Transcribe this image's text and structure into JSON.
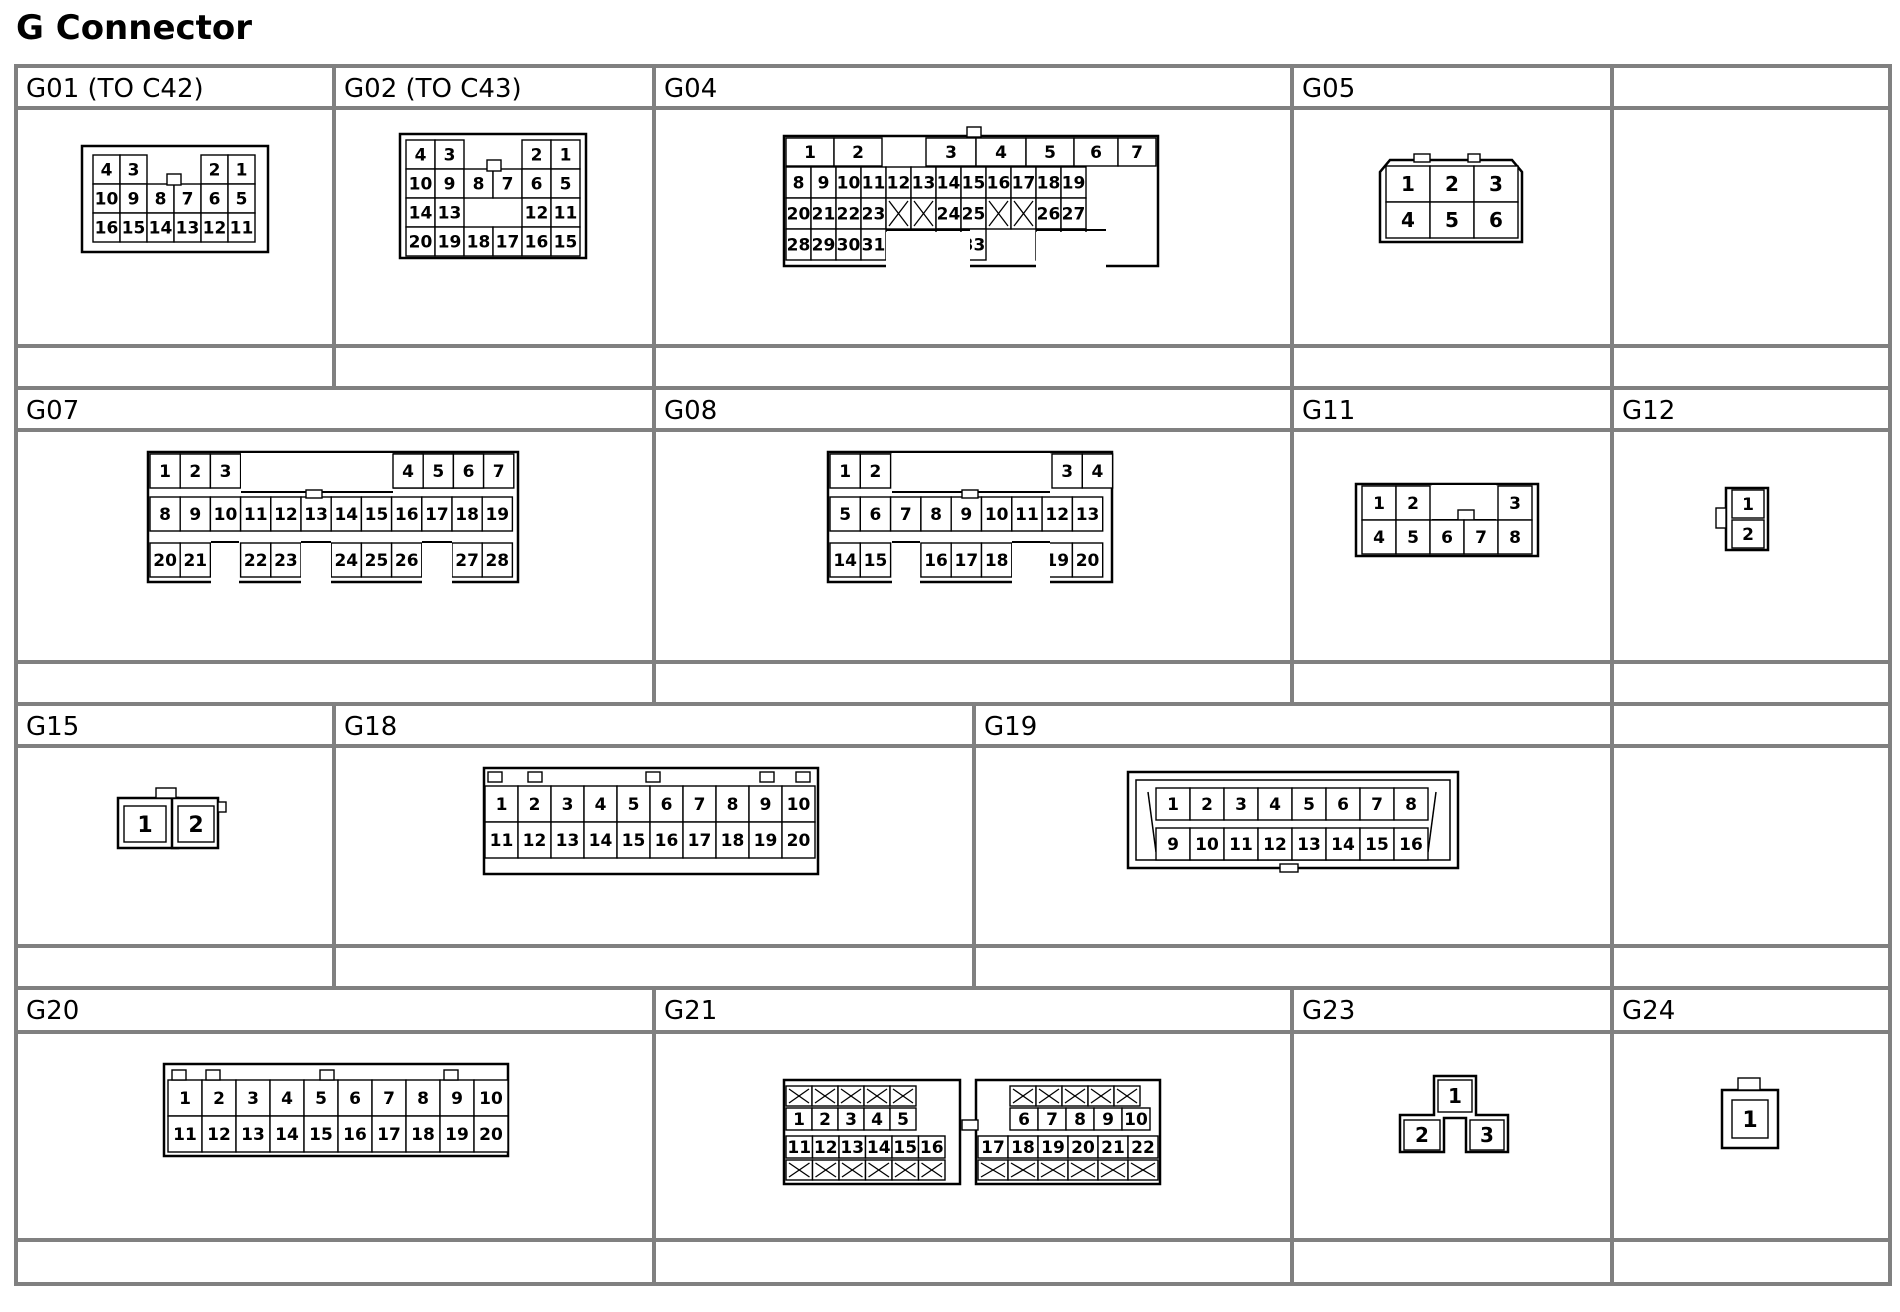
{
  "page": {
    "title": "G Connector"
  },
  "connectors": [
    {
      "id": "G01",
      "label": "G01 (TO C42)",
      "pins": 16
    },
    {
      "id": "G02",
      "label": "G02 (TO C43)",
      "pins": 20
    },
    {
      "id": "G04",
      "label": "G04",
      "pins": 35
    },
    {
      "id": "G05",
      "label": "G05",
      "pins": 6
    },
    {
      "id": "R1C5",
      "label": "",
      "pins": 0
    },
    {
      "id": "G07",
      "label": "G07",
      "pins": 28
    },
    {
      "id": "G08",
      "label": "G08",
      "pins": 20
    },
    {
      "id": "G11",
      "label": "G11",
      "pins": 8
    },
    {
      "id": "G12",
      "label": "G12",
      "pins": 2
    },
    {
      "id": "G15",
      "label": "G15",
      "pins": 2
    },
    {
      "id": "G18",
      "label": "G18",
      "pins": 20
    },
    {
      "id": "G19",
      "label": "G19",
      "pins": 16
    },
    {
      "id": "R3C5",
      "label": "",
      "pins": 0
    },
    {
      "id": "G20",
      "label": "G20",
      "pins": 20
    },
    {
      "id": "G21",
      "label": "G21",
      "pins": 22
    },
    {
      "id": "G23",
      "label": "G23",
      "pins": 3
    },
    {
      "id": "G24",
      "label": "G24",
      "pins": 1
    }
  ],
  "colors": {
    "line": "#000000",
    "border": "#808080",
    "background": "#ffffff"
  }
}
